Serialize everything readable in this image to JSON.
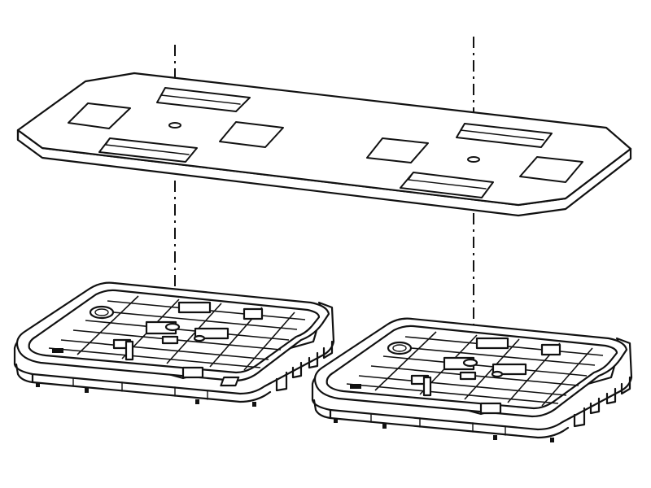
{
  "figure": {
    "line_color": "#111111",
    "background": "#ffffff",
    "parts": [
      "plate",
      "base-left",
      "base-right"
    ]
  }
}
